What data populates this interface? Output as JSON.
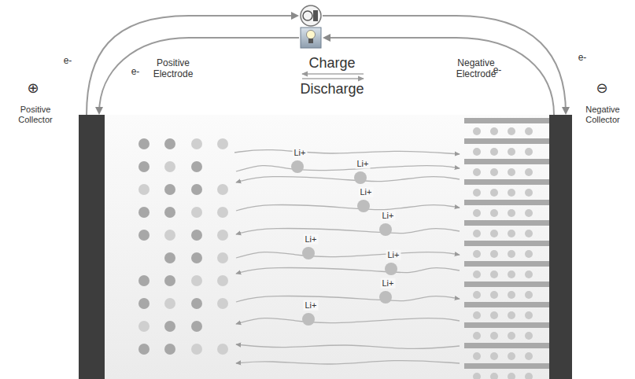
{
  "diagram": {
    "labels": [
      "e-",
      "e-",
      "e-",
      "e-",
      "Positive Electrode",
      "Charge",
      "Negative Electrode",
      "⊕",
      "⊖",
      "Discharge",
      "Positive Collector",
      "Negative Collector",
      "Li+",
      "Li+",
      "Li+",
      "Li+",
      "Li+",
      "Li+",
      "Li+",
      "Li+"
    ]
  }
}
